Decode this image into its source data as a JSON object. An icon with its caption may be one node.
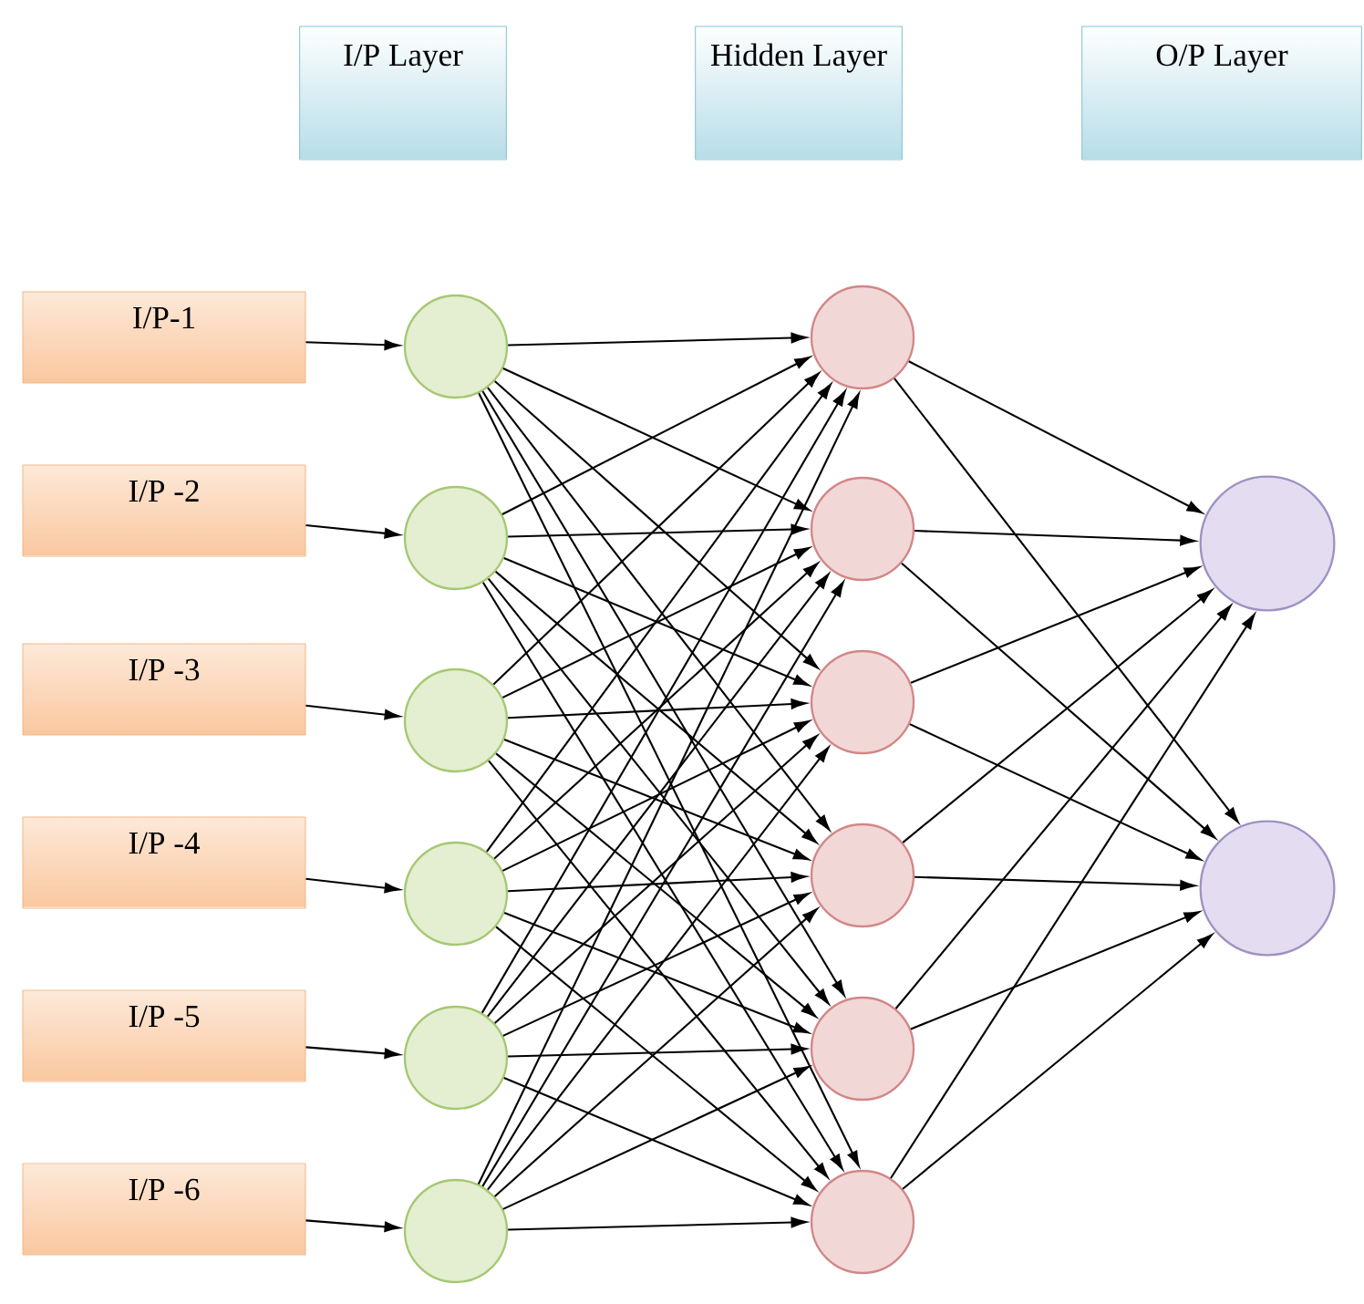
{
  "diagram": {
    "nodes": [
      {
        "text": [
          "I/P Layer"
        ]
      },
      {
        "text": [
          "Hidden Layer"
        ]
      },
      {
        "text": [
          "O/P Layer"
        ]
      },
      {
        "text": [
          "I/P-1"
        ]
      },
      {
        "text": [
          "I/P -2"
        ]
      },
      {
        "text": [
          "I/P -3"
        ]
      },
      {
        "text": [
          "I/P -4"
        ]
      },
      {
        "text": [
          "I/P -5"
        ]
      },
      {
        "text": [
          "I/P -6"
        ]
      },
      {
        "text": [],
        "shape": "circle"
      },
      {
        "text": [],
        "shape": "circle"
      },
      {
        "text": [],
        "shape": "circle"
      },
      {
        "text": [],
        "shape": "circle"
      },
      {
        "text": [],
        "shape": "circle"
      },
      {
        "text": [],
        "shape": "circle"
      },
      {
        "text": [],
        "shape": "circle"
      },
      {
        "text": [],
        "shape": "circle"
      },
      {
        "text": [],
        "shape": "circle"
      },
      {
        "text": [],
        "shape": "circle"
      },
      {
        "text": [],
        "shape": "circle"
      },
      {
        "text": [],
        "shape": "circle"
      },
      {
        "text": [],
        "shape": "circle"
      },
      {
        "text": [],
        "shape": "circle"
      }
    ],
    "edges": [
      {
        "from": 3,
        "to": 9,
        "arrow": "to"
      },
      {
        "from": 4,
        "to": 10,
        "arrow": "to"
      },
      {
        "from": 5,
        "to": 11,
        "arrow": "to"
      },
      {
        "from": 6,
        "to": 12,
        "arrow": "to"
      },
      {
        "from": 7,
        "to": 13,
        "arrow": "to"
      },
      {
        "from": 8,
        "to": 14,
        "arrow": "to"
      },
      {
        "from": 9,
        "to": 15,
        "arrow": "to"
      },
      {
        "from": 9,
        "to": 16,
        "arrow": "to"
      },
      {
        "from": 9,
        "to": 17,
        "arrow": "to"
      },
      {
        "from": 9,
        "to": 18,
        "arrow": "to"
      },
      {
        "from": 9,
        "to": 19,
        "arrow": "to"
      },
      {
        "from": 9,
        "to": 20,
        "arrow": "to"
      },
      {
        "from": 10,
        "to": 15,
        "arrow": "to"
      },
      {
        "from": 10,
        "to": 16,
        "arrow": "to"
      },
      {
        "from": 10,
        "to": 17,
        "arrow": "to"
      },
      {
        "from": 10,
        "to": 18,
        "arrow": "to"
      },
      {
        "from": 10,
        "to": 19,
        "arrow": "to"
      },
      {
        "from": 10,
        "to": 20,
        "arrow": "to"
      },
      {
        "from": 11,
        "to": 15,
        "arrow": "to"
      },
      {
        "from": 11,
        "to": 16,
        "arrow": "to"
      },
      {
        "from": 11,
        "to": 17,
        "arrow": "to"
      },
      {
        "from": 11,
        "to": 18,
        "arrow": "to"
      },
      {
        "from": 11,
        "to": 19,
        "arrow": "to"
      },
      {
        "from": 11,
        "to": 20,
        "arrow": "to"
      },
      {
        "from": 12,
        "to": 15,
        "arrow": "to"
      },
      {
        "from": 12,
        "to": 16,
        "arrow": "to"
      },
      {
        "from": 12,
        "to": 17,
        "arrow": "to"
      },
      {
        "from": 12,
        "to": 18,
        "arrow": "to"
      },
      {
        "from": 12,
        "to": 19,
        "arrow": "to"
      },
      {
        "from": 12,
        "to": 20,
        "arrow": "to"
      },
      {
        "from": 13,
        "to": 15,
        "arrow": "to"
      },
      {
        "from": 13,
        "to": 16,
        "arrow": "to"
      },
      {
        "from": 13,
        "to": 17,
        "arrow": "to"
      },
      {
        "from": 13,
        "to": 18,
        "arrow": "to"
      },
      {
        "from": 13,
        "to": 19,
        "arrow": "to"
      },
      {
        "from": 13,
        "to": 20,
        "arrow": "to"
      },
      {
        "from": 14,
        "to": 15,
        "arrow": "to"
      },
      {
        "from": 14,
        "to": 16,
        "arrow": "to"
      },
      {
        "from": 14,
        "to": 17,
        "arrow": "to"
      },
      {
        "from": 14,
        "to": 18,
        "arrow": "to"
      },
      {
        "from": 14,
        "to": 19,
        "arrow": "to"
      },
      {
        "from": 14,
        "to": 20,
        "arrow": "to"
      },
      {
        "from": 15,
        "to": 21,
        "arrow": "to"
      },
      {
        "from": 15,
        "to": 22,
        "arrow": "to"
      },
      {
        "from": 16,
        "to": 21,
        "arrow": "to"
      },
      {
        "from": 16,
        "to": 22,
        "arrow": "to"
      },
      {
        "from": 17,
        "to": 21,
        "arrow": "to"
      },
      {
        "from": 17,
        "to": 22,
        "arrow": "to"
      },
      {
        "from": 18,
        "to": 21,
        "arrow": "to"
      },
      {
        "from": 18,
        "to": 22,
        "arrow": "to"
      },
      {
        "from": 19,
        "to": 21,
        "arrow": "to"
      },
      {
        "from": 19,
        "to": 22,
        "arrow": "to"
      },
      {
        "from": 20,
        "to": 21,
        "arrow": "to"
      },
      {
        "from": 20,
        "to": 22,
        "arrow": "to"
      }
    ]
  }
}
